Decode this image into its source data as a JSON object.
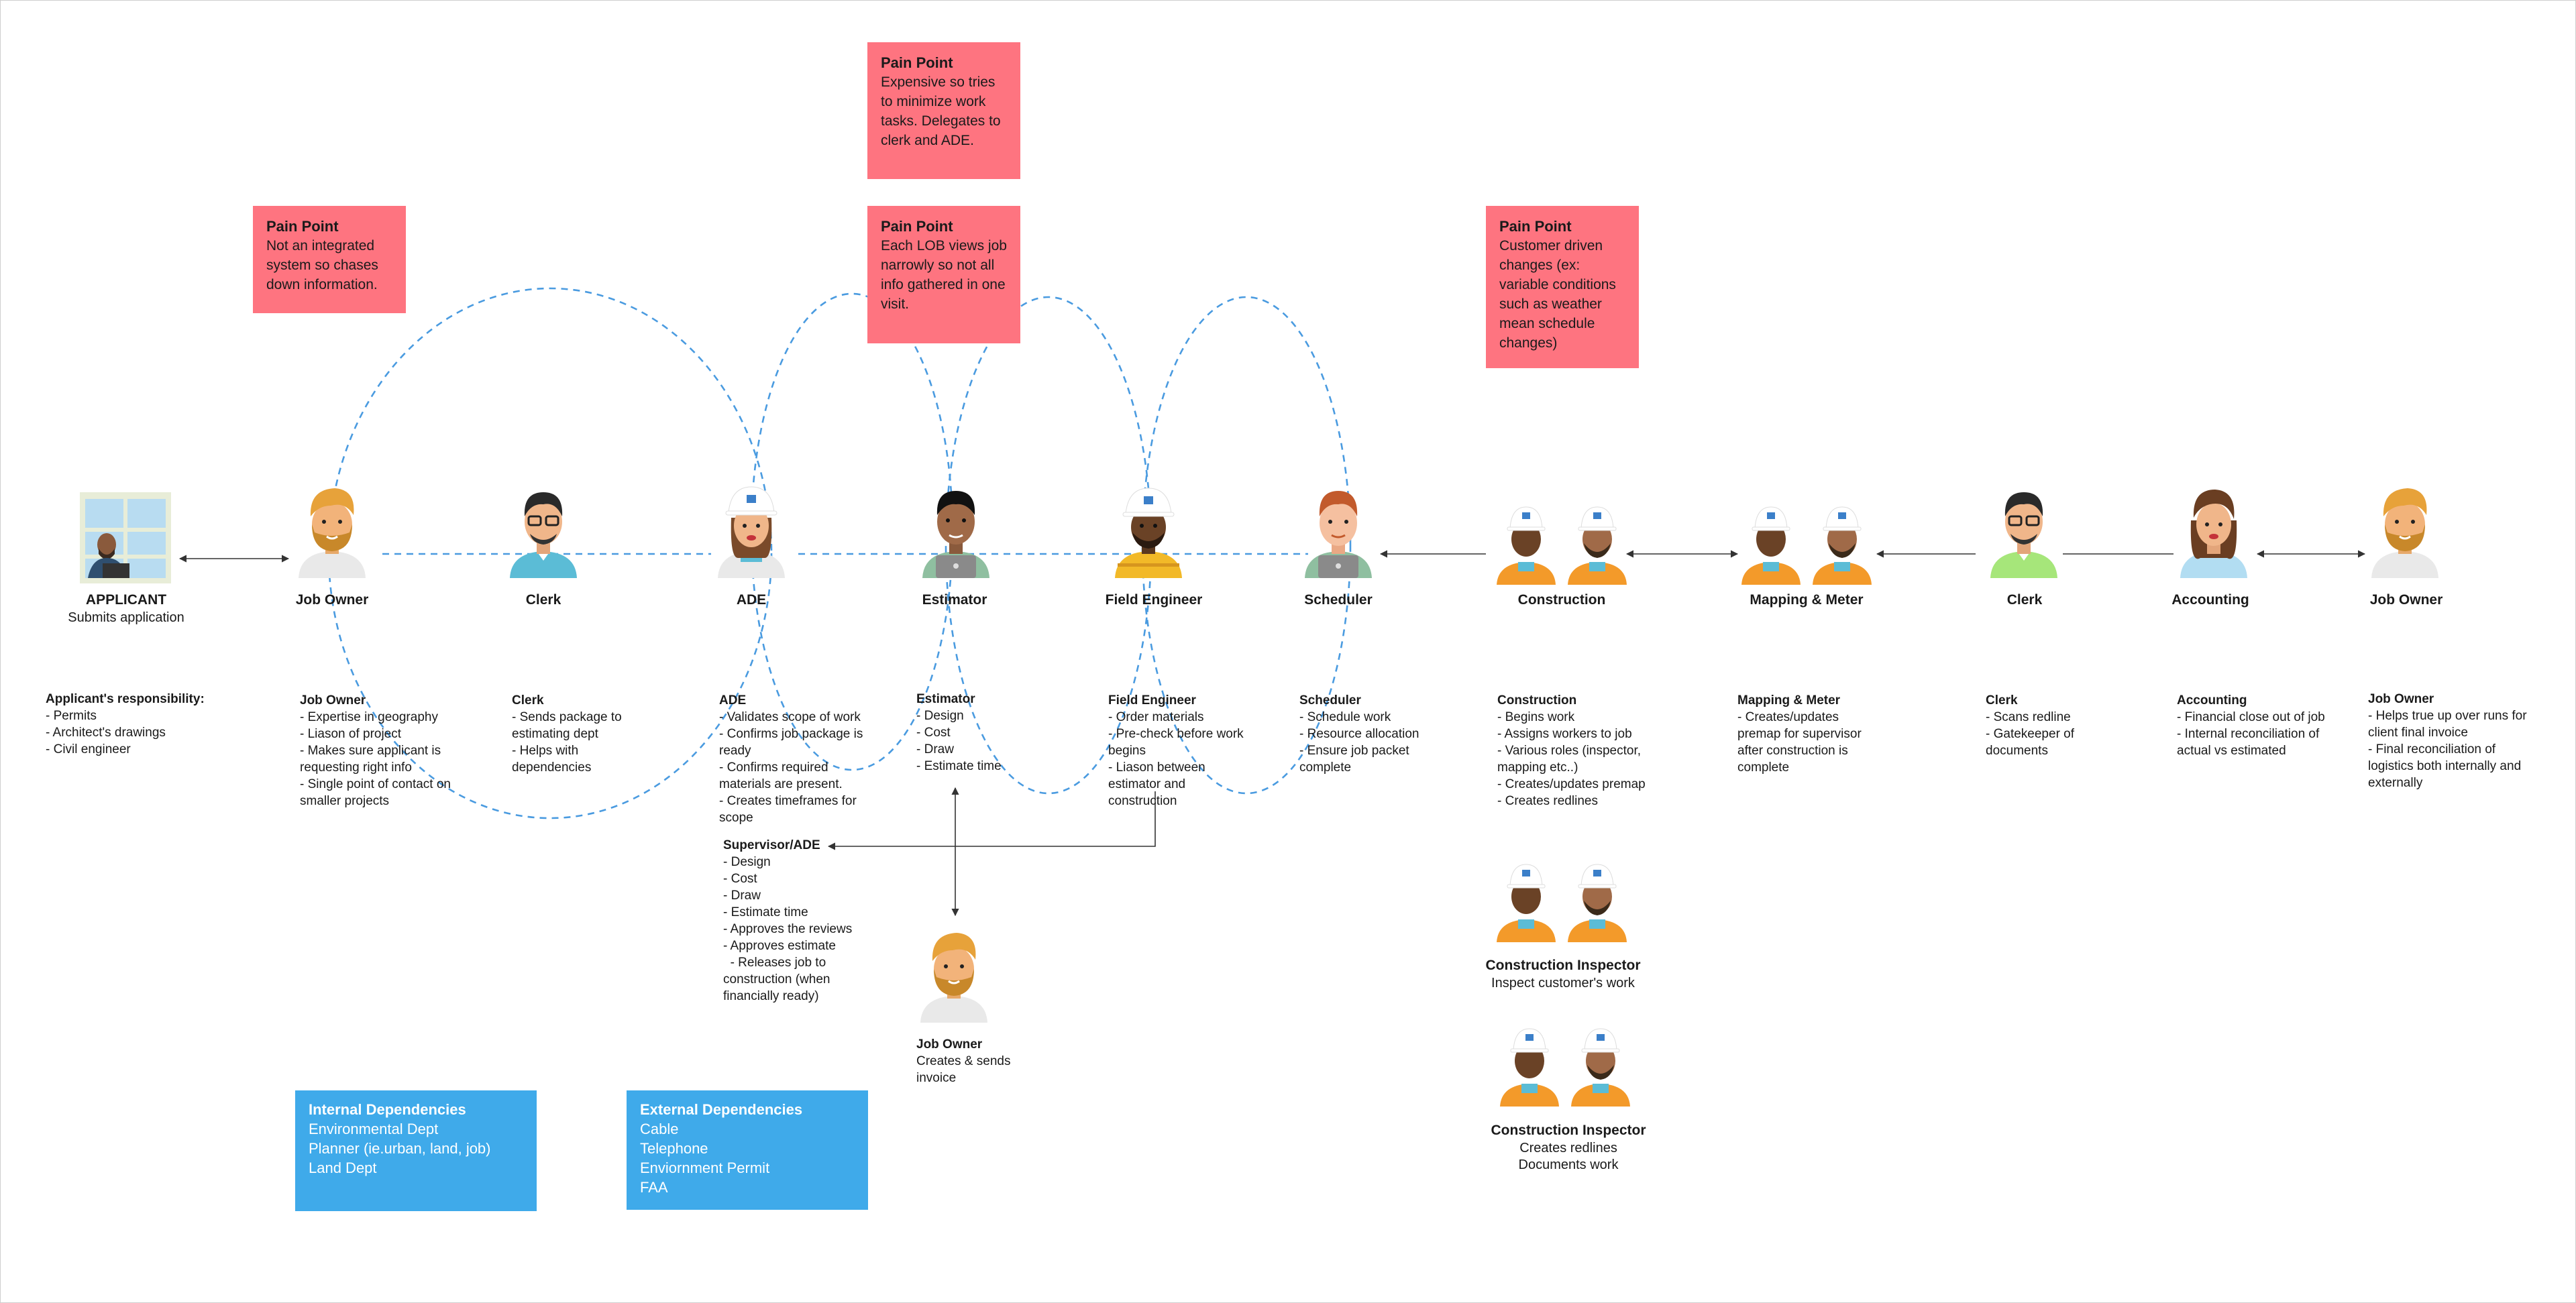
{
  "pain_points": [
    {
      "title": "Pain Point",
      "text": "Not an integrated system so chases down information."
    },
    {
      "title": "Pain Point",
      "text": "Expensive so tries to minimize work tasks.  Delegates to clerk and ADE."
    },
    {
      "title": "Pain Point",
      "text": "Each LOB views job narrowly so not all info gathered in one visit."
    },
    {
      "title": "Pain Point",
      "text": "Customer driven changes (ex: variable conditions such as weather mean schedule changes)"
    }
  ],
  "roles": [
    {
      "label": "APPLICANT",
      "sub": "Submits application"
    },
    {
      "label": "Job Owner"
    },
    {
      "label": "Clerk"
    },
    {
      "label": "ADE"
    },
    {
      "label": "Estimator"
    },
    {
      "label": "Field Engineer"
    },
    {
      "label": "Scheduler"
    },
    {
      "label": "Construction"
    },
    {
      "label": "Mapping & Meter"
    },
    {
      "label": "Clerk"
    },
    {
      "label": "Accounting"
    },
    {
      "label": "Job Owner"
    }
  ],
  "descriptions": [
    {
      "title": "Applicant's responsibility:",
      "items": [
        "- Permits",
        "- Architect's drawings",
        "- Civil engineer"
      ]
    },
    {
      "title": "Job Owner",
      "items": [
        "- Expertise in geography",
        "- Liason of project",
        "- Makes sure applicant  is requesting right info",
        "- Single point of contact on smaller projects"
      ]
    },
    {
      "title": "Clerk",
      "items": [
        "- Sends package to estimating dept",
        "- Helps with dependencies"
      ]
    },
    {
      "title": "ADE",
      "items": [
        "- Validates scope of work",
        "- Confirms job package is ready",
        "- Confirms required materials are present.",
        "- Creates timeframes for scope"
      ]
    },
    {
      "title": "Estimator",
      "items": [
        "- Design",
        "- Cost",
        "- Draw",
        "- Estimate time"
      ]
    },
    {
      "title": "Field Engineer",
      "items": [
        "- Order materials",
        "- Pre-check before work begins",
        "- Liason between estimator and construction"
      ]
    },
    {
      "title": "Scheduler",
      "items": [
        "- Schedule work",
        "- Resource allocation",
        "- Ensure job packet complete"
      ]
    },
    {
      "title": "Construction",
      "items": [
        "- Begins work",
        "- Assigns workers to job",
        "- Various roles (inspector, mapping etc..)",
        "- Creates/updates premap",
        "- Creates redlines"
      ]
    },
    {
      "title": "Mapping & Meter",
      "items": [
        "- Creates/updates premap for supervisor after construction is complete"
      ]
    },
    {
      "title": "Clerk",
      "items": [
        "- Scans redline",
        "- Gatekeeper of documents"
      ]
    },
    {
      "title": "Accounting",
      "items": [
        "- Financial close out of job",
        "- Internal reconciliation of actual vs estimated"
      ]
    },
    {
      "title": "Job Owner",
      "items": [
        "- Helps true up over runs for client final invoice",
        "- Final reconciliation of logistics both internally and externally"
      ]
    }
  ],
  "supervisor": {
    "title": "Supervisor/ADE",
    "items": [
      "- Design",
      "- Cost",
      "- Draw",
      "- Estimate time",
      "- Approves the reviews",
      "- Approves estimate",
      "  - Releases job to construction (when financially ready)"
    ]
  },
  "job_owner_bottom": {
    "label": "Job Owner",
    "text": "Creates & sends invoice"
  },
  "inspector_1": {
    "label": "Construction Inspector",
    "text": "Inspect customer's work"
  },
  "inspector_2": {
    "label": "Construction Inspector",
    "text": "Creates redlines",
    "text2": "Documents work"
  },
  "internal_deps": {
    "title": "Internal Dependencies",
    "items": [
      "Environmental Dept",
      "Planner (ie.urban, land, job)",
      "Land Dept"
    ]
  },
  "external_deps": {
    "title": "External Dependencies",
    "items": [
      "Cable",
      "Telephone",
      "Enviornment Permit",
      "FAA"
    ]
  },
  "colors": {
    "pain": "#fe7480",
    "deps": "#3faaea",
    "connector": "#4a9be0",
    "hardhat": "#ffffff",
    "vest": "#f39a2a",
    "beard": "#c8882a"
  }
}
